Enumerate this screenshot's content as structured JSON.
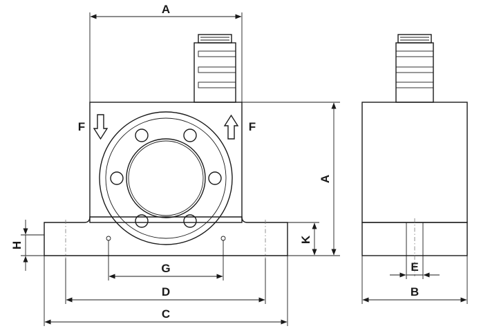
{
  "figure": {
    "front_view": {
      "labels": {
        "A_top": "A",
        "A_side": "A",
        "F_left": "F",
        "F_right": "F",
        "H": "H",
        "K": "K",
        "G": "G",
        "D": "D",
        "C": "C"
      }
    },
    "side_view": {
      "labels": {
        "E": "E",
        "B": "B"
      }
    }
  },
  "colors": {
    "body_face": "#d4d4d4",
    "base_face": "#cacaca",
    "ring_face": "#e3e3e3",
    "bore_face": "#bdbdbd",
    "hole_face": "#ececec",
    "fitting_face": "#dcdcdc",
    "fitting_band": "#b4b4b4",
    "arrow_fill": "#ffffff",
    "line": "#1a1a1a"
  }
}
